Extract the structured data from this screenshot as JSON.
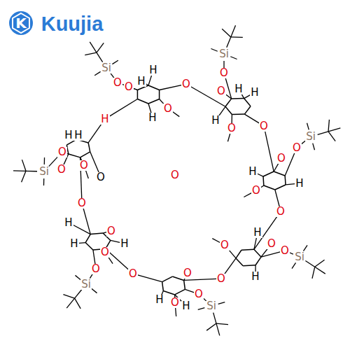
{
  "diagram": {
    "labels": [
      "K",
      "Kuujia",
      "Si",
      "O",
      "O",
      "H",
      "H",
      "O",
      "O",
      "H",
      "Si",
      "O",
      "O",
      "H",
      "H",
      "H",
      "O",
      "O",
      "Si",
      "O",
      "O",
      "H",
      "H",
      "O",
      "O",
      "Si",
      "O",
      "O",
      "H",
      "O",
      "H",
      "O",
      "Si",
      "O",
      "O",
      "O",
      "H",
      "H",
      "O",
      "Si",
      "O",
      "O",
      "O",
      "H",
      "H",
      "H",
      "O",
      "Si",
      "O",
      "O",
      "H",
      "H",
      "O",
      "O",
      "H",
      "O"
    ]
  }
}
